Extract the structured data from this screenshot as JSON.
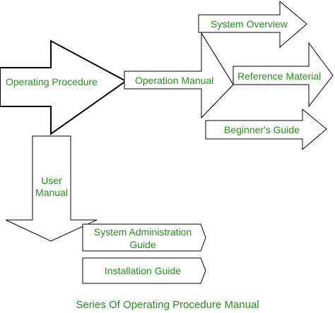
{
  "diagram": {
    "root": "Operating Procedure",
    "branches": {
      "operation_manual": {
        "label": "Operation Manual",
        "children": [
          "System Overview",
          "Reference Material",
          "Beginner's Guide"
        ]
      },
      "user_manual": {
        "label_line1": "User",
        "label_line2": "Manual",
        "children": {
          "sysadmin_line1": "System Administration",
          "sysadmin_line2": "Guide",
          "installation": "Installation Guide"
        }
      }
    },
    "caption": "Series Of Operating Procedure Manual"
  },
  "colors": {
    "text": "#2a8a22",
    "stroke": "#000000",
    "fill": "#ffffff"
  }
}
